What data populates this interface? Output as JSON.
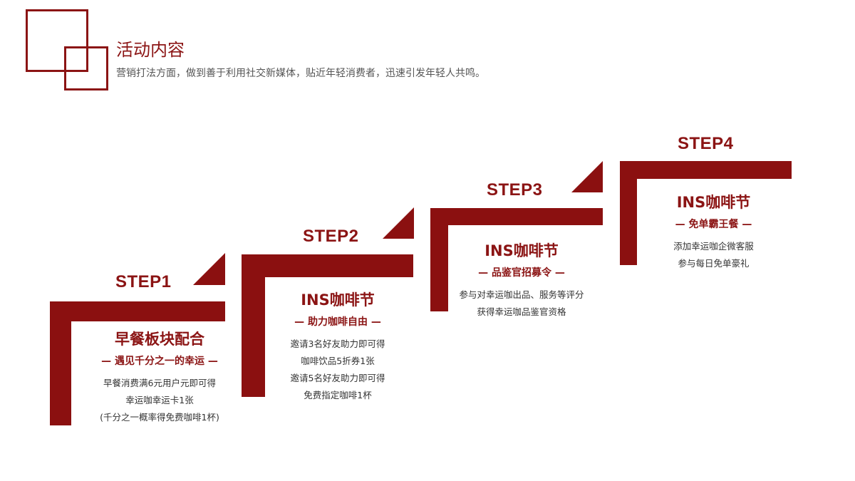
{
  "header": {
    "title": "活动内容",
    "subtitle": "营销打法方面，做到善于利用社交新媒体，贴近年轻消费者，迅速引发年轻人共鸣。"
  },
  "steps": [
    {
      "label": "STEP1",
      "title": "早餐板块配合",
      "subtitle": "— 遇见千分之一的幸运 —",
      "lines": [
        "早餐消费满6元用户元即可得",
        "幸运咖幸运卡1张",
        "(千分之一概率得免费咖啡1杯)"
      ]
    },
    {
      "label": "STEP2",
      "title": "INS咖啡节",
      "subtitle": "— 助力咖啡自由 —",
      "lines": [
        "邀请3名好友助力即可得",
        "咖啡饮品5折券1张",
        "邀请5名好友助力即可得",
        "免费指定咖啡1杯"
      ]
    },
    {
      "label": "STEP3",
      "title": "INS咖啡节",
      "subtitle": "— 品鉴官招募令 —",
      "lines": [
        "参与对幸运咖出品、服务等评分",
        "获得幸运咖品鉴官资格"
      ]
    },
    {
      "label": "STEP4",
      "title": "INS咖啡节",
      "subtitle": "— 免单霸王餐 —",
      "lines": [
        "添加幸运咖企微客服",
        "参与每日免单豪礼"
      ]
    }
  ]
}
